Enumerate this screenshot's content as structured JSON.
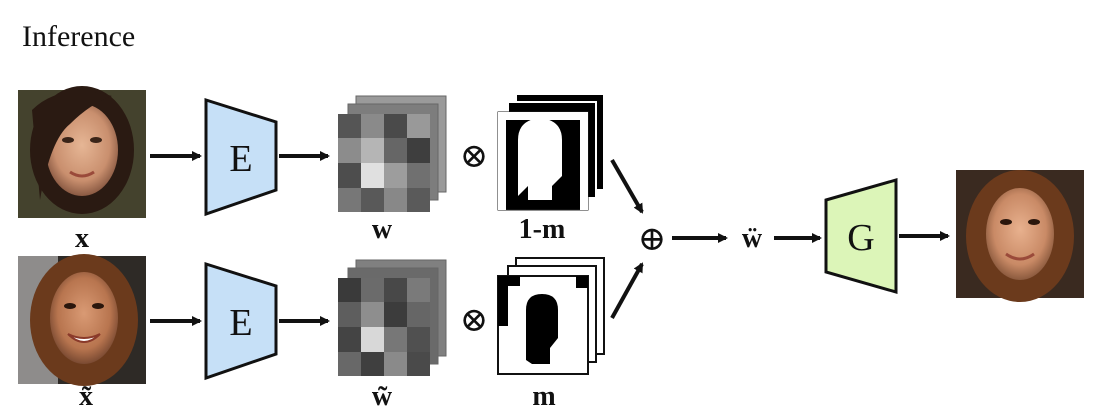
{
  "title": "Inference",
  "encoder_label": "E",
  "generator_label": "G",
  "labels": {
    "x": "x",
    "x_tilde": "x̃",
    "w": "w",
    "w_tilde": "w̃",
    "one_minus_m": "1-m",
    "m": "m",
    "w_mixed": "ẅ"
  },
  "operators": {
    "multiply": "⊗",
    "add": "⊕"
  },
  "colors": {
    "encoder_fill": "#c6e0f7",
    "generator_fill": "#dcf5b8",
    "outline": "#111111"
  }
}
